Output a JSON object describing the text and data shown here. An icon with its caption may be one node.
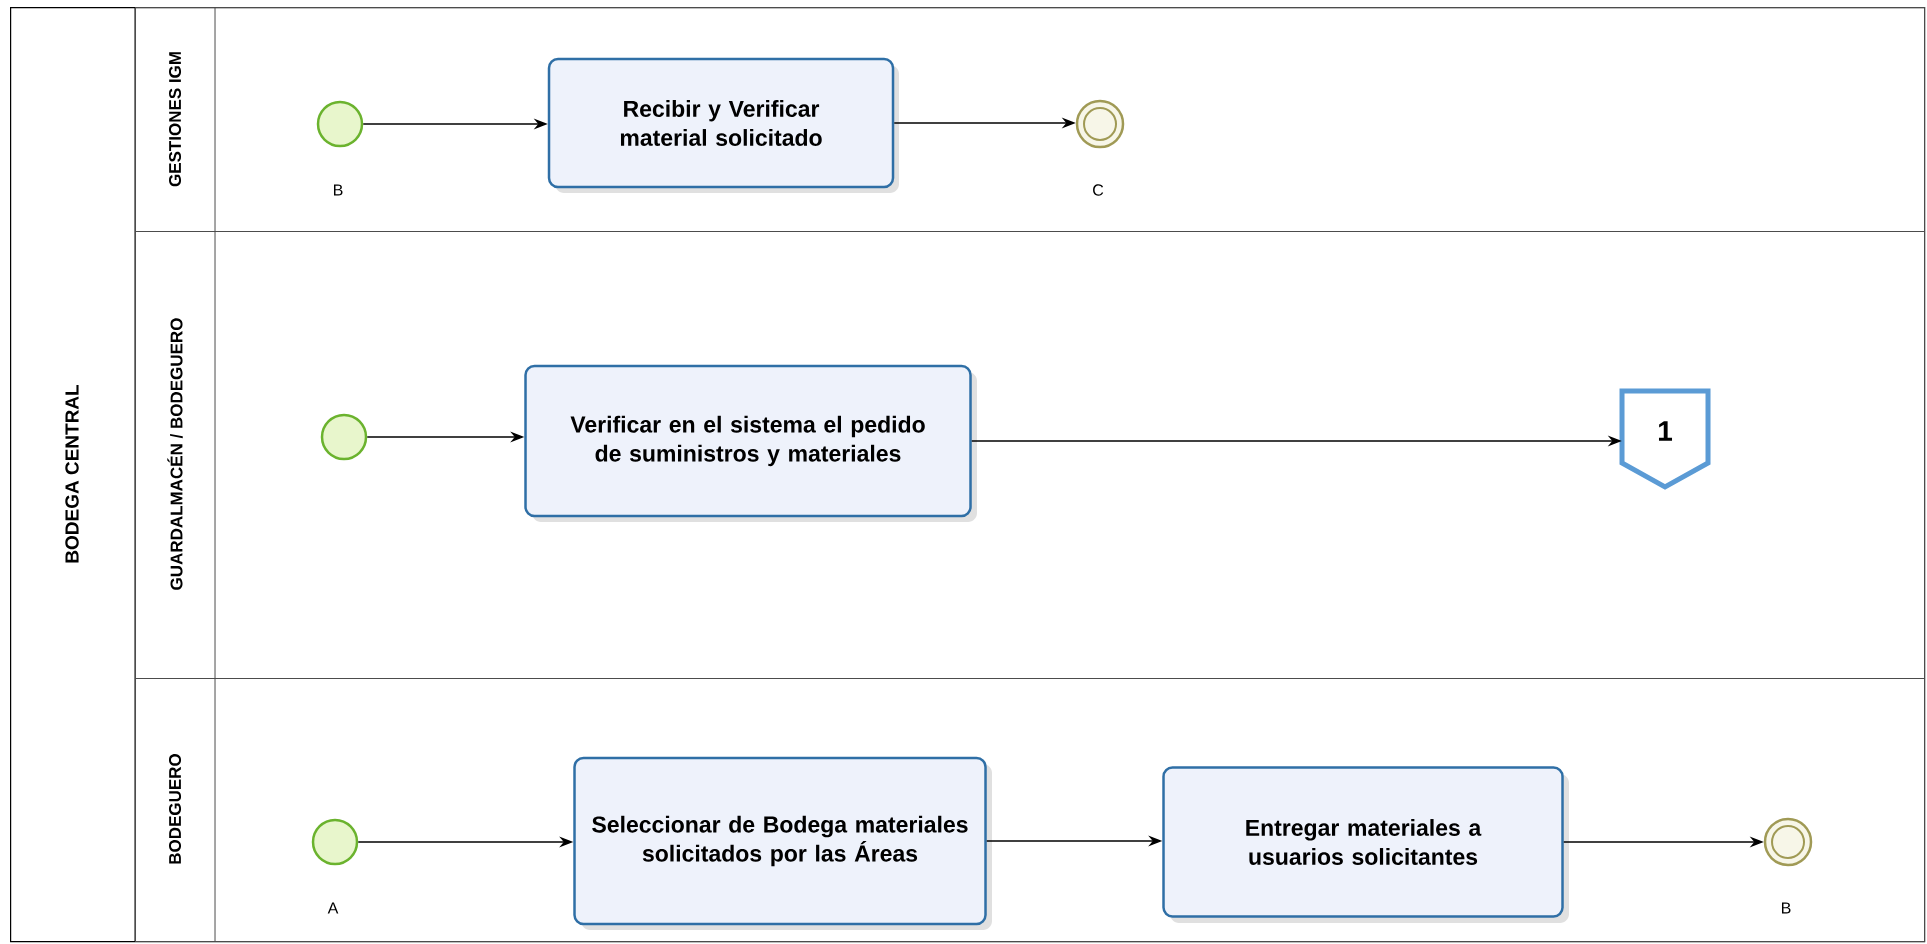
{
  "diagram": {
    "nodes": [
      {
        "text": [
          "BODEGA CENTRAL"
        ]
      },
      {
        "text": [
          "GESTIONES IGM"
        ],
        "in": 0
      },
      {
        "text": [
          "GUARDALMACÉN / BODEGUERO"
        ],
        "in": 0
      },
      {
        "text": [
          "BODEGUERO"
        ],
        "in": 0
      },
      {
        "text": [],
        "shape": "circle",
        "beside": [
          "B"
        ],
        "in": 1
      },
      {
        "text": [
          "Recibir y Verificar material solicitado"
        ],
        "in": 1
      },
      {
        "text": [],
        "shape": "circle",
        "beside": [
          "C"
        ],
        "in": 1
      },
      {
        "text": [],
        "shape": "circle",
        "in": 2
      },
      {
        "text": [
          "Verificar en el sistema el pedido de suministros y materiales"
        ],
        "in": 2
      },
      {
        "text": [
          "1"
        ],
        "in": 2
      },
      {
        "text": [],
        "shape": "circle",
        "beside": [
          "A"
        ],
        "in": 3
      },
      {
        "text": [
          "Seleccionar de Bodega materiales solicitados por las Áreas"
        ],
        "in": 3
      },
      {
        "text": [
          "Entregar materiales a usuarios solicitantes"
        ],
        "in": 3
      },
      {
        "text": [],
        "shape": "circle",
        "beside": [
          "B"
        ],
        "in": 3
      }
    ],
    "edges": [
      {
        "from": 4,
        "to": 5,
        "arrow": "to"
      },
      {
        "from": 5,
        "to": 6,
        "arrow": "to"
      },
      {
        "from": 7,
        "to": 8,
        "arrow": "to"
      },
      {
        "from": 8,
        "to": 9,
        "arrow": "to"
      },
      {
        "from": 10,
        "to": 11,
        "arrow": "to"
      },
      {
        "from": 11,
        "to": 12,
        "arrow": "to"
      },
      {
        "from": 12,
        "to": 13,
        "arrow": "to"
      }
    ]
  }
}
